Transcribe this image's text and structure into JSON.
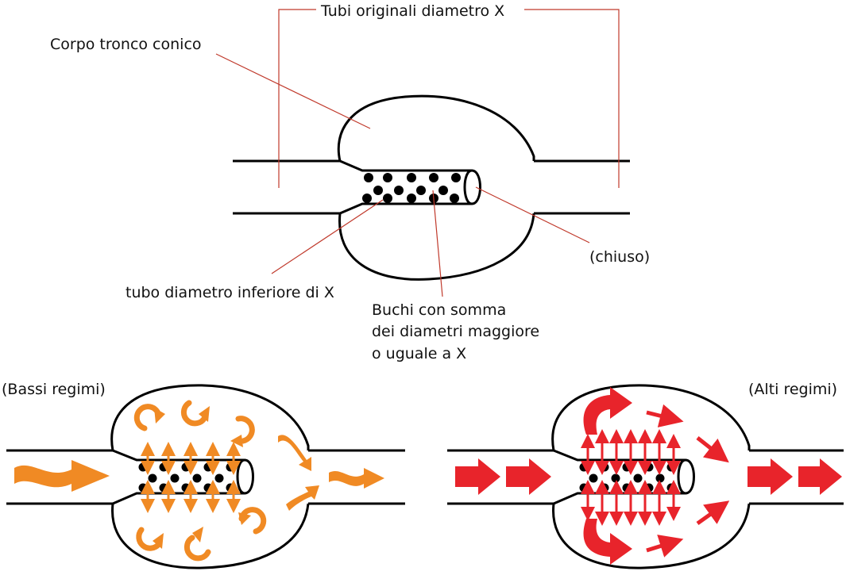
{
  "labels": {
    "tubi_originali": "Tubi originali diametro X",
    "corpo": "Corpo tronco conico",
    "chiuso": "(chiuso)",
    "tubo_inferiore": "tubo diametro inferiore di X",
    "buchi_line1": "Buchi con somma",
    "buchi_line2": "dei diametri maggiore",
    "buchi_line3": "o uguale a X",
    "bassi": "(Bassi regimi)",
    "alti": "(Alti regimi)"
  },
  "colors": {
    "outline": "#000000",
    "leader": "#c0392b",
    "low_flow": "#f08a24",
    "high_flow": "#e8242b"
  },
  "icons": {
    "flow_arrow": "wavy-arrow-icon",
    "swirl": "circular-arrow-icon",
    "jet": "double-headed-arrow-icon"
  }
}
